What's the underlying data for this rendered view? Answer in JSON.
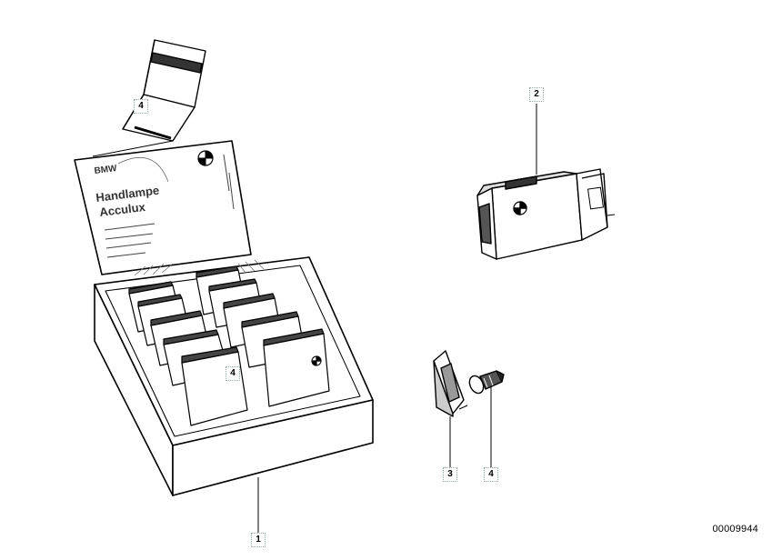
{
  "diagram": {
    "document_number": "00009944",
    "display_box_lid": {
      "brand": "BMW",
      "title_line1": "Handlampe",
      "title_line2": "Acculux"
    },
    "callouts": [
      {
        "id": "1",
        "label": "1"
      },
      {
        "id": "2",
        "label": "2"
      },
      {
        "id": "3",
        "label": "3"
      },
      {
        "id": "4a",
        "label": "4"
      },
      {
        "id": "4b",
        "label": "4"
      },
      {
        "id": "4c",
        "label": "4"
      }
    ]
  }
}
